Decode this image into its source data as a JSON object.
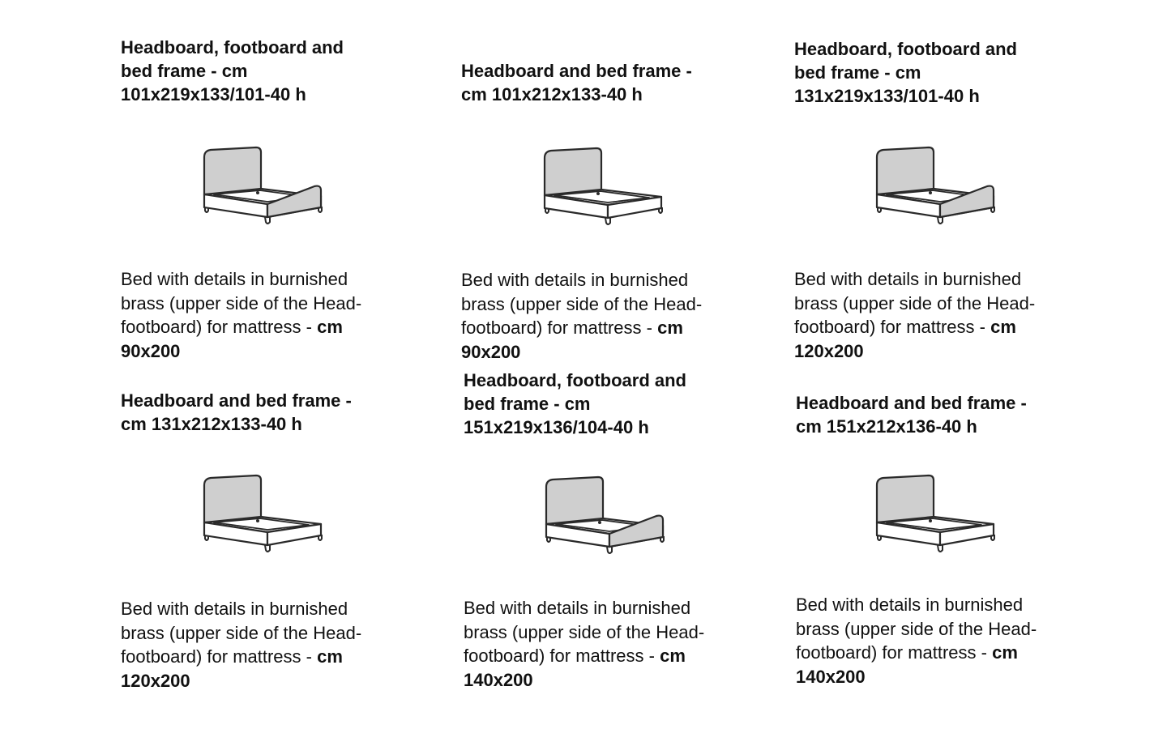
{
  "cards": [
    {
      "title": [
        "Headboard, footboard and",
        "bed frame - cm",
        "101x219x133/101-40 h"
      ],
      "desc": [
        "Bed with details in burnished",
        "brass (upper side of the Head-",
        "footboard) for mattress - "
      ],
      "desc_unit": "cm",
      "size": "90x200",
      "bed_icon": "bed-headboard-footboard-icon"
    },
    {
      "title": [
        "Headboard and bed frame -",
        "cm 101x212x133-40 h"
      ],
      "desc": [
        "Bed with details in burnished",
        "brass (upper side of the Head-",
        "footboard) for mattress - "
      ],
      "desc_unit": "cm",
      "size": "90x200",
      "bed_icon": "bed-headboard-icon"
    },
    {
      "title": [
        "Headboard, footboard and",
        "bed frame - cm",
        "131x219x133/101-40 h"
      ],
      "desc": [
        "Bed with details in burnished",
        "brass (upper side of the Head-",
        "footboard) for mattress - "
      ],
      "desc_unit": "cm",
      "size": "120x200",
      "bed_icon": "bed-headboard-footboard-icon"
    },
    {
      "title": [
        "Headboard and bed frame -",
        "cm 131x212x133-40 h"
      ],
      "desc": [
        "Bed with details in burnished",
        "brass (upper side of the Head-",
        "footboard) for mattress - "
      ],
      "desc_unit": "cm",
      "size": "120x200",
      "bed_icon": "bed-headboard-icon"
    },
    {
      "title": [
        "Headboard, footboard and",
        "bed frame - cm",
        "151x219x136/104-40 h"
      ],
      "desc": [
        "Bed with details in burnished",
        "brass (upper side of the Head-",
        "footboard) for mattress - "
      ],
      "desc_unit": "cm",
      "size": "140x200",
      "bed_icon": "bed-headboard-footboard-icon"
    },
    {
      "title": [
        "Headboard and bed frame -",
        "cm 151x212x136-40 h"
      ],
      "desc": [
        "Bed with details in burnished",
        "brass (upper side of the Head-",
        "footboard) for mattress - "
      ],
      "desc_unit": "cm",
      "size": "140x200",
      "bed_icon": "bed-headboard-icon"
    }
  ],
  "colors": {
    "text": "#111111",
    "outline": "#2a2a2a",
    "fill": "#cfcfcf"
  }
}
